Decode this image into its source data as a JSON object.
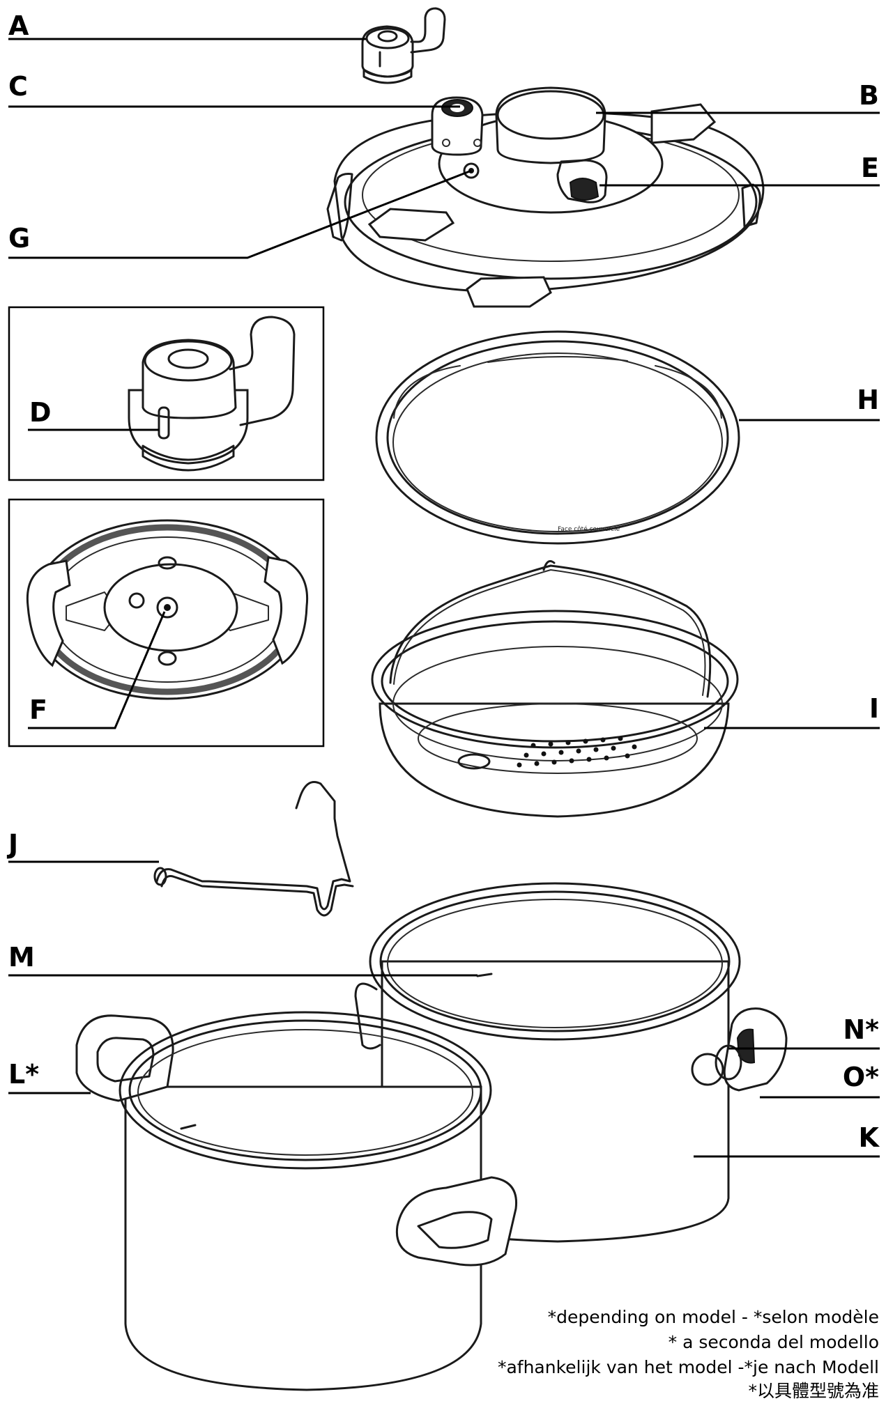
{
  "labels": {
    "A": "A",
    "B": "B",
    "C": "C",
    "D": "D",
    "E": "E",
    "F": "F",
    "G": "G",
    "H": "H",
    "I": "I",
    "J": "J",
    "K": "K",
    "L": "L*",
    "M": "M",
    "N": "N*",
    "O": "O*"
  },
  "gasket_text": "Face côté couvercle",
  "footnote": [
    "*depending on model - *selon modèle",
    "* a seconda del modello",
    "*afhankelijk van het model -*je nach Modell",
    "*以具體型號為准"
  ]
}
